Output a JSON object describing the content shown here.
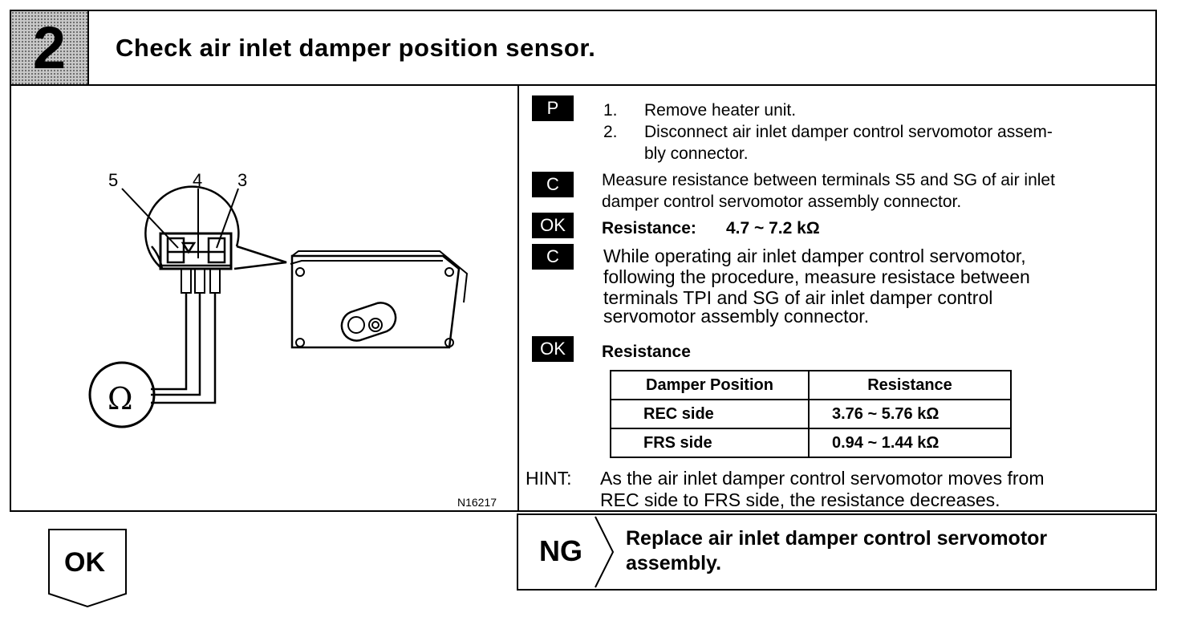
{
  "header": {
    "step_number": "2",
    "title": "Check air inlet damper position sensor."
  },
  "figure": {
    "terminal_labels": [
      "5",
      "4",
      "3"
    ],
    "meter_symbol": "Ω",
    "figure_code": "N16217"
  },
  "procedure": {
    "prep_tag": "P",
    "steps": [
      {
        "num": "1.",
        "text": "Remove heater unit."
      },
      {
        "num": "2.",
        "text_line1": "Disconnect air inlet damper control servomotor assem-",
        "text_line2": "bly connector."
      }
    ],
    "check1_tag": "C",
    "check1_line1": "Measure resistance between terminals S5 and SG of air inlet",
    "check1_line2": "damper control servomotor assembly connector.",
    "ok1_tag": "OK",
    "ok1_label": "Resistance:",
    "ok1_value": "4.7 ~ 7.2 kΩ",
    "check2_tag": "C",
    "check2_lines": [
      "While operating air inlet damper control servomotor,",
      "following the procedure, measure resistace between",
      "terminals TPI and SG of air inlet damper control",
      "servomotor assembly connector."
    ],
    "ok2_tag": "OK",
    "ok2_label": "Resistance",
    "table": {
      "headers": [
        "Damper Position",
        "Resistance"
      ],
      "rows": [
        [
          "REC side",
          "3.76 ~ 5.76 kΩ"
        ],
        [
          "FRS side",
          "0.94 ~ 1.44 kΩ"
        ]
      ]
    },
    "hint_label": "HINT:",
    "hint_line1": "As the air inlet damper control servomotor moves from",
    "hint_line2": "REC side to FRS side, the resistance decreases."
  },
  "ng": {
    "label": "NG",
    "line1": "Replace air inlet damper control servomotor",
    "line2": "assembly."
  },
  "ok": {
    "label": "OK"
  }
}
